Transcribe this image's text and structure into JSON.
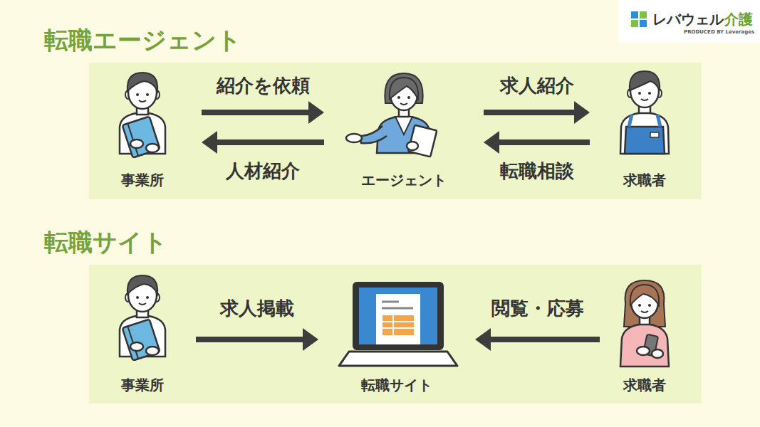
{
  "diagram": {
    "nodes": [
      {
        "text": [
          "転職エージェント"
        ]
      },
      {
        "text": [
          "事業所"
        ],
        "in": 0
      },
      {
        "text": [
          "エージェント"
        ],
        "in": 0
      },
      {
        "text": [
          "求職者"
        ],
        "in": 0
      },
      {
        "text": [
          "転職サイト"
        ]
      },
      {
        "text": [
          "事業所"
        ],
        "in": 4
      },
      {
        "text": [
          "転職サイト"
        ],
        "in": 4
      },
      {
        "text": [
          "求職者"
        ],
        "in": 4
      }
    ],
    "edges": [
      {
        "from": 1,
        "to": 2,
        "label": "紹介を依頼",
        "arrow": "to"
      },
      {
        "from": 2,
        "to": 1,
        "label": "人材紹介",
        "arrow": "to"
      },
      {
        "from": 2,
        "to": 3,
        "label": "求人紹介",
        "arrow": "to"
      },
      {
        "from": 3,
        "to": 2,
        "label": "転職相談",
        "arrow": "to"
      },
      {
        "from": 5,
        "to": 6,
        "label": "求人掲載",
        "arrow": "to"
      },
      {
        "from": 7,
        "to": 6,
        "label": "閲覧・応募",
        "arrow": "to"
      }
    ],
    "labels": [
      "レバウェル",
      "介護",
      "PRODUCED BY Leverages"
    ]
  }
}
